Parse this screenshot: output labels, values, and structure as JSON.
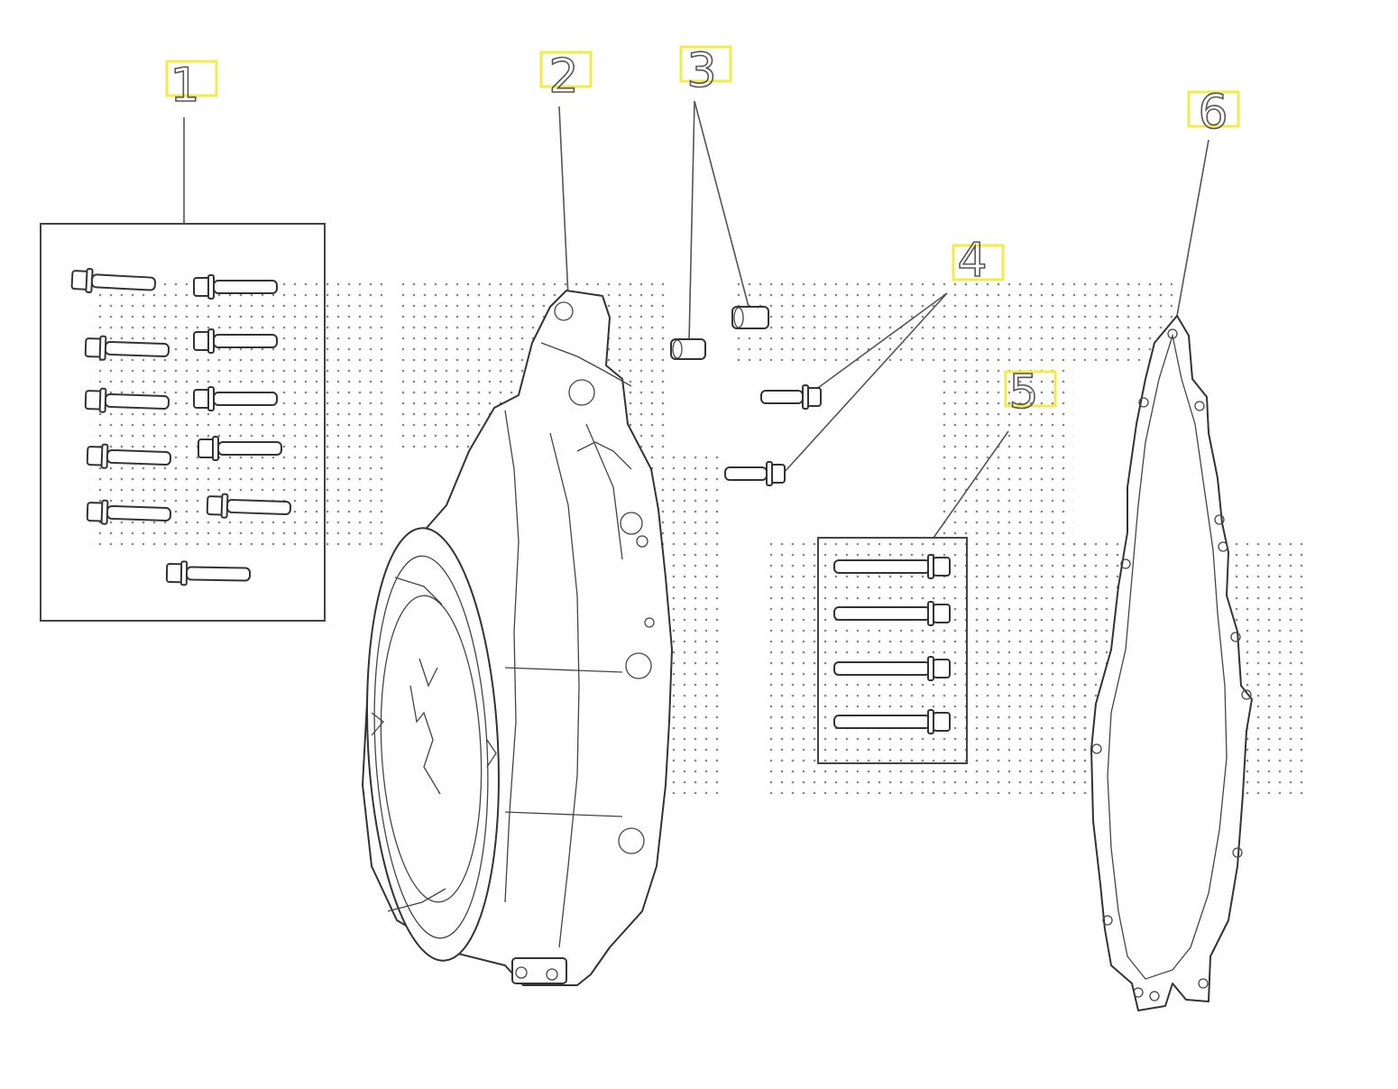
{
  "callouts": [
    {
      "id": "1",
      "label": "1"
    },
    {
      "id": "2",
      "label": "2"
    },
    {
      "id": "3",
      "label": "3"
    },
    {
      "id": "4",
      "label": "4"
    },
    {
      "id": "5",
      "label": "5"
    },
    {
      "id": "6",
      "label": "6"
    }
  ],
  "colors": {
    "highlight": "#f2ec4a",
    "line": "#444444",
    "background": "#ffffff"
  },
  "icons": [
    "bolt-icon",
    "dowel-pin-icon",
    "cover-icon",
    "gasket-icon"
  ]
}
